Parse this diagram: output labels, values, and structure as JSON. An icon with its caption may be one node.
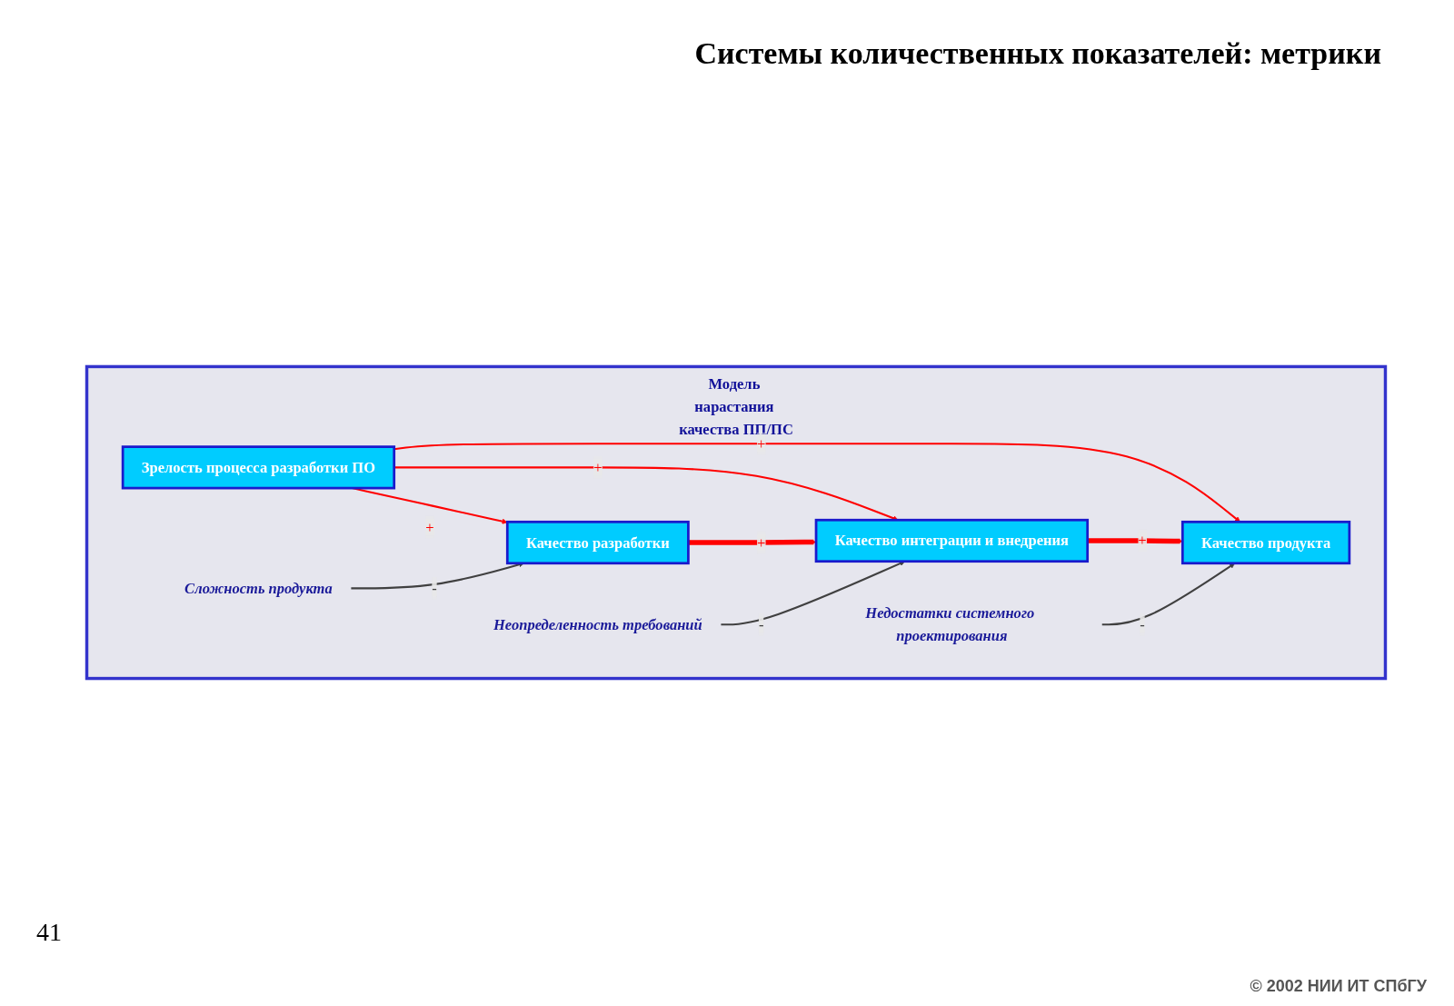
{
  "diagram": {
    "title": "Системы количественных показателей: метрики",
    "nodes": [
      {
        "text": [
          "Модель нарастания качества ПП/ПС"
        ]
      },
      {
        "text": [
          "Зрелость процесса разработки ПО"
        ],
        "in": 0
      },
      {
        "text": [
          "Качество разработки"
        ],
        "in": 0
      },
      {
        "text": [
          "Качество интеграции и внедрения"
        ],
        "in": 0
      },
      {
        "text": [
          "Качество продукта"
        ],
        "in": 0
      },
      {
        "text": [
          "Сложность продукта"
        ],
        "in": 0
      },
      {
        "text": [
          "Неопределенность требований"
        ],
        "in": 0
      },
      {
        "text": [
          "Недостатки системного проектирования"
        ],
        "in": 0
      }
    ],
    "edges": [
      {
        "from": 1,
        "to": 2,
        "arrow": "to",
        "label": "+",
        "color": "#ff0000"
      },
      {
        "from": 1,
        "to": 3,
        "arrow": "to",
        "label": "+",
        "color": "#ff0000"
      },
      {
        "from": 1,
        "to": 4,
        "arrow": "to",
        "label": "+",
        "color": "#ff0000"
      },
      {
        "from": 2,
        "to": 3,
        "arrow": "to",
        "label": "+",
        "style": "thick",
        "color": "#ff0000"
      },
      {
        "from": 3,
        "to": 4,
        "arrow": "to",
        "label": "+",
        "style": "thick",
        "color": "#ff0000"
      },
      {
        "from": 5,
        "to": 2,
        "arrow": "to",
        "label": "-",
        "color": "#404040"
      },
      {
        "from": 6,
        "to": 3,
        "arrow": "to",
        "label": "-",
        "color": "#404040"
      },
      {
        "from": 7,
        "to": 4,
        "arrow": "to",
        "label": "-",
        "color": "#404040"
      }
    ],
    "labels": [
      "41",
      "© 2002 НИИ ИТ СПбГУ"
    ]
  }
}
